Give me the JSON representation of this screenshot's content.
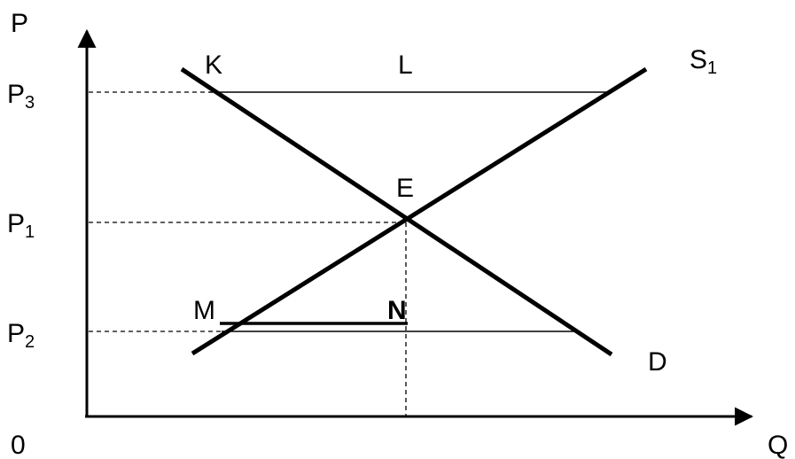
{
  "axes": {
    "y_label": "P",
    "x_label": "Q",
    "origin_label": "0"
  },
  "price_levels": [
    {
      "letter": "P",
      "subscript": "3"
    },
    {
      "letter": "P",
      "subscript": "1"
    },
    {
      "letter": "P",
      "subscript": "2"
    }
  ],
  "curves": {
    "supply": {
      "letter": "S",
      "subscript": "1"
    },
    "demand": {
      "label": "D"
    }
  },
  "points": {
    "K": "K",
    "L": "L",
    "E": "E",
    "M": "M",
    "N": "N"
  },
  "colors": {
    "line": "#000000",
    "background": "#ffffff"
  }
}
